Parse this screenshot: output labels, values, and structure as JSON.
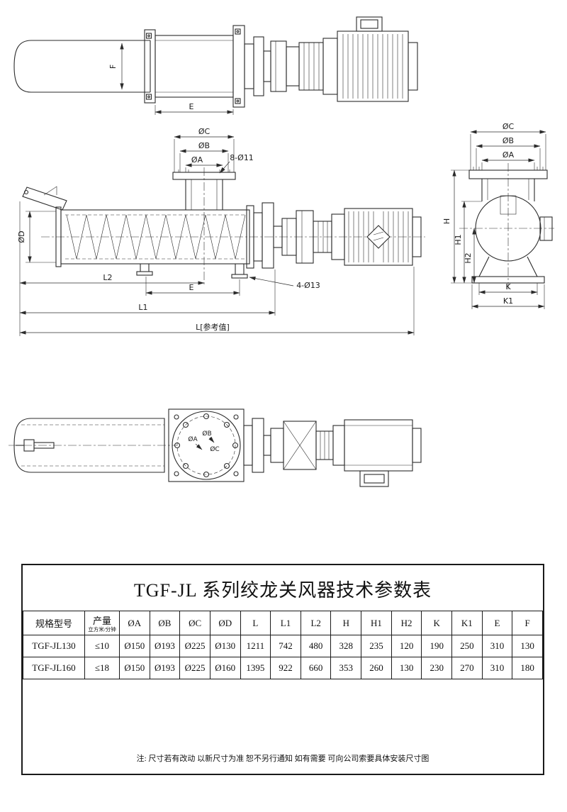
{
  "views": {
    "top": {
      "dim_f": "F",
      "dim_e": "E"
    },
    "front": {
      "dim_oc": "ØC",
      "dim_ob": "ØB",
      "dim_oa": "ØA",
      "holes_top": "8-Ø11",
      "dim_od": "ØD",
      "dim_l2": "L2",
      "dim_e": "E",
      "dim_l1": "L1",
      "dim_l": "L[参考值]",
      "holes_feet": "4-Ø13"
    },
    "side": {
      "dim_oc": "ØC",
      "dim_ob": "ØB",
      "dim_oa": "ØA",
      "dim_h": "H",
      "dim_h1": "H1",
      "dim_h2": "H2",
      "dim_k": "K",
      "dim_k1": "K1"
    },
    "bottom": {
      "dim_oa": "ØA",
      "dim_ob": "ØB",
      "dim_oc": "ØC"
    }
  },
  "table": {
    "title": "TGF-JL 系列绞龙关风器技术参数表",
    "col_model": "规格型号",
    "col_output": "产量",
    "col_output_unit": "立方米/分钟",
    "dim_headers": [
      "ØA",
      "ØB",
      "ØC",
      "ØD",
      "L",
      "L1",
      "L2",
      "H",
      "H1",
      "H2",
      "K",
      "K1",
      "E",
      "F"
    ],
    "rows": [
      {
        "model": "TGF-JL130",
        "output": "≤10",
        "values": [
          "Ø150",
          "Ø193",
          "Ø225",
          "Ø130",
          "1211",
          "742",
          "480",
          "328",
          "235",
          "120",
          "190",
          "250",
          "310",
          "130"
        ]
      },
      {
        "model": "TGF-JL160",
        "output": "≤18",
        "values": [
          "Ø150",
          "Ø193",
          "Ø225",
          "Ø160",
          "1395",
          "922",
          "660",
          "353",
          "260",
          "130",
          "230",
          "270",
          "310",
          "180"
        ]
      }
    ]
  },
  "note": "注: 尺寸若有改动 以新尺寸为准 恕不另行通知 如有需要 可向公司索要具体安装尺寸图"
}
